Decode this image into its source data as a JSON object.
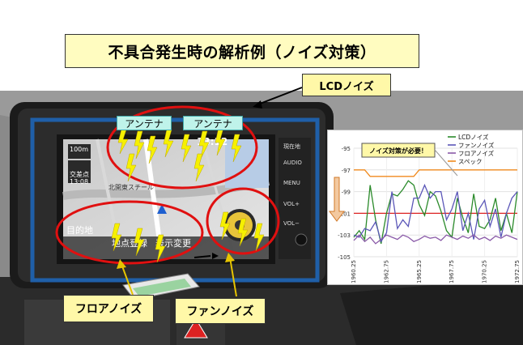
{
  "title": "不具合発生時の解析例（ノイズ対策）",
  "labels": {
    "lcd_noise": "LCDノイズ",
    "floor_noise": "フロアノイズ",
    "fan_noise": "ファンノイズ",
    "antenna_1": "アンテナ",
    "antenna_2": "アンテナ"
  },
  "screen": {
    "clock": "13:12",
    "scale": "100m",
    "intersection_label": "交差点",
    "intersection_time": "13:08",
    "road_label": "北開東スチール",
    "destination_button": "目的地",
    "register_button": "地点登録",
    "display_change_button": "表示変更"
  },
  "side_buttons": [
    "現在地",
    "AUDIO",
    "MENU",
    "VOL+",
    "VOL−"
  ],
  "colors": {
    "frame_blue": "#1f5fa8",
    "ellipse_red": "#e01010",
    "zap_yellow": "#f6f000",
    "lcd_series": "#2a8a2a",
    "fan_series": "#5b57b8",
    "floor_series": "#8a5aa8",
    "spec_series": "#f08a1e"
  },
  "chart_data": {
    "type": "line",
    "annotation": "ノイズ対策が必要！",
    "x_ticks": [
      "1960.25",
      "1962.75",
      "1965.25",
      "1967.75",
      "1970.25",
      "1972.75"
    ],
    "y_ticks": [
      -95,
      -97,
      -99,
      -101,
      -103,
      -105
    ],
    "ylim": [
      -105,
      -95
    ],
    "legend_position": "top-right",
    "series": [
      {
        "name": "LCDノイズ",
        "color": "#2a8a2a",
        "values": [
          -103.2,
          -102.6,
          -103.4,
          -98.4,
          -101.6,
          -103.8,
          -101.0,
          -99.2,
          -99.4,
          -98.8,
          -98.0,
          -98.4,
          -100.2,
          -101.2,
          -99.0,
          -99.4,
          -100.8,
          -102.6,
          -103.2,
          -99.6,
          -101.4,
          -102.8,
          -99.2,
          -102.2,
          -102.4,
          -101.6,
          -99.6,
          -102.6,
          -101.0,
          -102.8,
          -99.0
        ]
      },
      {
        "name": "ファンノイズ",
        "color": "#5b57b8",
        "values": [
          -103.0,
          -103.2,
          -102.4,
          -102.6,
          -101.8,
          -103.6,
          -102.8,
          -99.0,
          -102.4,
          -101.6,
          -102.2,
          -99.6,
          -99.6,
          -98.4,
          -99.6,
          -99.0,
          -99.0,
          -101.6,
          -100.6,
          -99.0,
          -102.6,
          -101.0,
          -103.4,
          -100.6,
          -99.8,
          -102.2,
          -100.6,
          -103.2,
          -101.0,
          -99.6,
          -99.0
        ]
      },
      {
        "name": "フロアノイズ",
        "color": "#8a5aa8",
        "values": [
          -103.5,
          -103.0,
          -103.6,
          -103.2,
          -103.8,
          -103.4,
          -103.0,
          -103.2,
          -103.4,
          -103.0,
          -103.2,
          -103.6,
          -103.4,
          -103.1,
          -103.3,
          -103.2,
          -103.5,
          -103.0,
          -103.2,
          -103.4,
          -103.1,
          -103.3,
          -103.0,
          -103.4,
          -103.2,
          -103.5,
          -103.1,
          -103.3,
          -103.0,
          -103.2,
          -103.4
        ]
      },
      {
        "name": "スペック",
        "color": "#f08a1e",
        "values": [
          -97.0,
          -97.0,
          -97.0,
          -97.6,
          -97.6,
          -97.6,
          -97.6,
          -97.6,
          -97.6,
          -97.6,
          -97.6,
          -97.6,
          -97.0,
          -97.0,
          -97.0,
          -97.0,
          -97.0,
          -97.0,
          -97.0,
          -97.0,
          -97.0,
          -97.0,
          -97.0,
          -97.0,
          -97.0,
          -97.0,
          -97.0,
          -97.0,
          -97.0,
          -97.0,
          -97.0
        ]
      }
    ],
    "reference_line": {
      "value": -101,
      "color": "#d22"
    }
  }
}
